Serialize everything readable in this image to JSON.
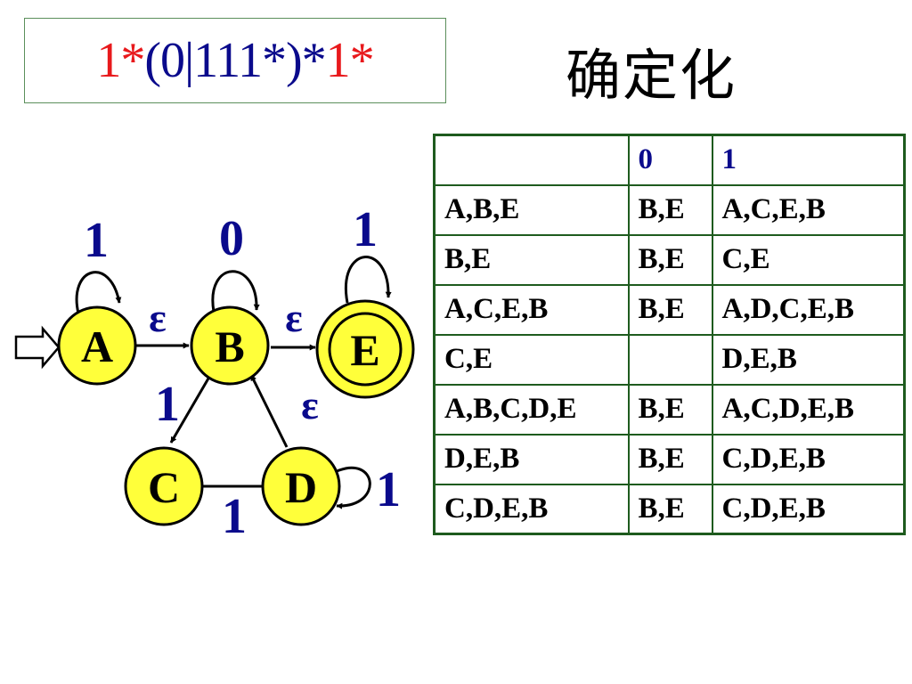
{
  "regex": {
    "parts": [
      {
        "text": "1*",
        "color": "#e8191c"
      },
      {
        "text": "(0|111*)*",
        "color": "#0a0a8c"
      },
      {
        "text": "1*",
        "color": "#e8191c"
      }
    ]
  },
  "title": "确定化",
  "nfa": {
    "states": {
      "A": "A",
      "B": "B",
      "C": "C",
      "D": "D",
      "E": "E"
    },
    "labels": {
      "loop_A": "1",
      "loop_B": "0",
      "loop_E": "1",
      "A_to_B": "ε",
      "B_to_E": "ε",
      "B_to_C": "1",
      "D_to_B": "ε",
      "C_D": "1",
      "loop_D": "1"
    },
    "colors": {
      "state_fill": "#ffff3a",
      "label": "#0a0a8c"
    }
  },
  "table": {
    "header": [
      "",
      "0",
      "1"
    ],
    "rows": [
      [
        "A,B,E",
        "B,E",
        "A,C,E,B"
      ],
      [
        "B,E",
        "B,E",
        "C,E"
      ],
      [
        "A,C,E,B",
        "B,E",
        "A,D,C,E,B"
      ],
      [
        "C,E",
        "",
        "D,E,B"
      ],
      [
        "A,B,C,D,E",
        "B,E",
        "A,C,D,E,B"
      ],
      [
        "D,E,B",
        "B,E",
        "C,D,E,B"
      ],
      [
        "C,D,E,B",
        "B,E",
        "C,D,E,B"
      ]
    ]
  }
}
